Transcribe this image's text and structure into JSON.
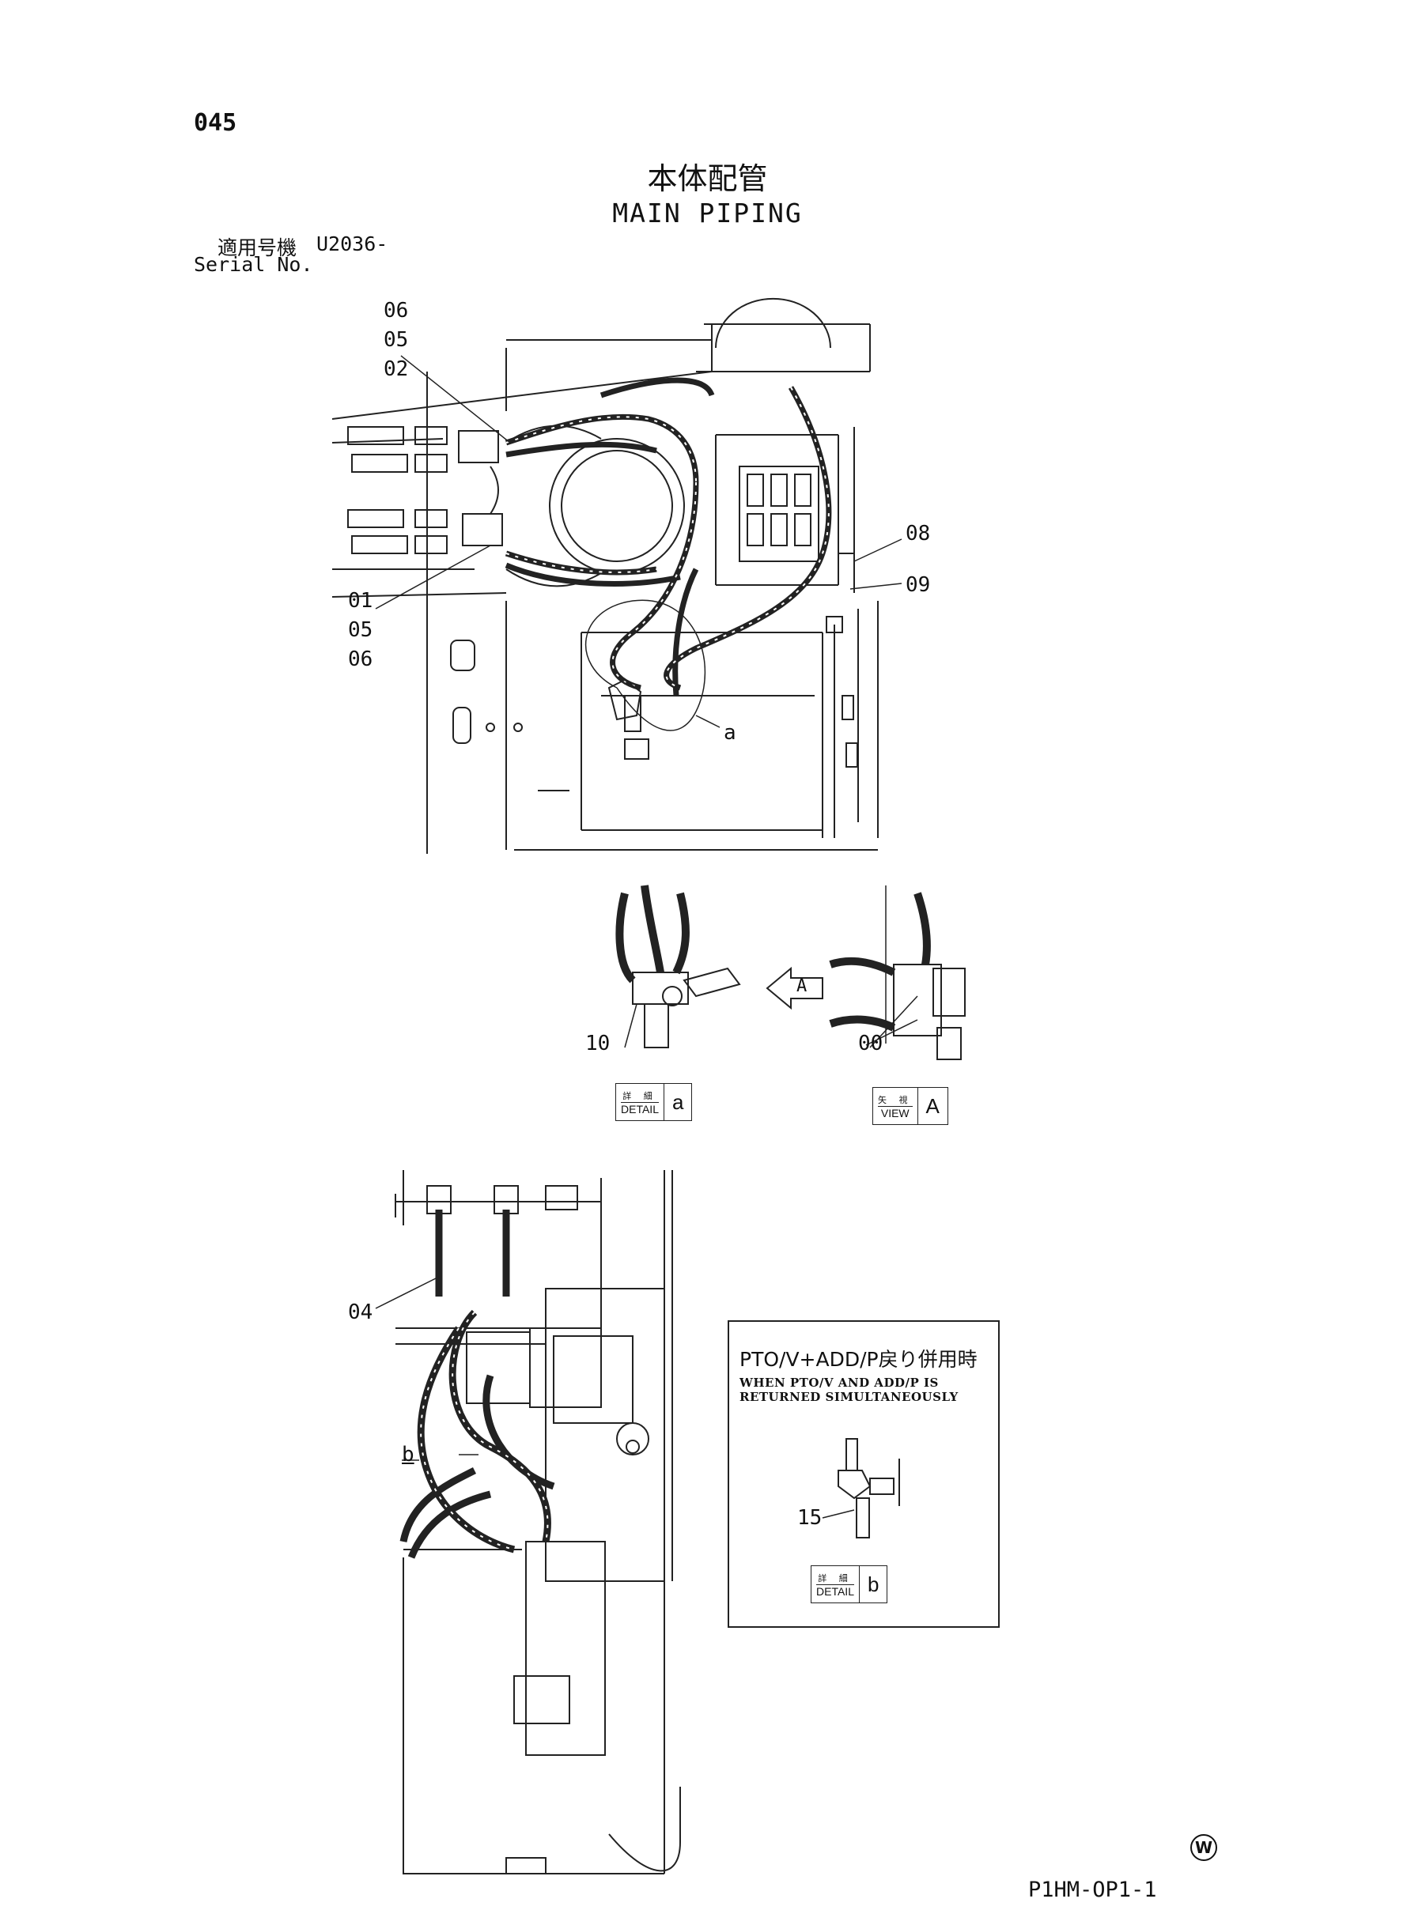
{
  "page": {
    "page_number": "045",
    "title_jp": "本体配管",
    "title_en": "MAIN PIPING",
    "serial_label_jp": "適用号機",
    "serial_value": "U2036-",
    "serial_label_en": "Serial No.",
    "code": "P1HM-OP1-1",
    "corner_mark": "W"
  },
  "callouts": {
    "top_a": [
      "06",
      "05",
      "02"
    ],
    "top_b": [
      "01",
      "05",
      "06"
    ],
    "c08": "08",
    "c09": "09",
    "ca": "a",
    "c10": "10",
    "c00": "00",
    "cA": "A",
    "c04": "04",
    "cb": "b",
    "c15": "15"
  },
  "detail_a": {
    "jp": "詳 細",
    "en": "DETAIL",
    "letter": "a"
  },
  "view_A": {
    "jp": "矢 視",
    "en": "VIEW",
    "letter": "A"
  },
  "detail_b": {
    "jp": "詳 細",
    "en": "DETAIL",
    "letter": "b"
  },
  "note": {
    "title_jp": "PTO/V+ADD/P戻り併用時",
    "text_en": "WHEN PTO/V AND ADD/P IS RETURNED SIMULTANEOUSLY"
  }
}
